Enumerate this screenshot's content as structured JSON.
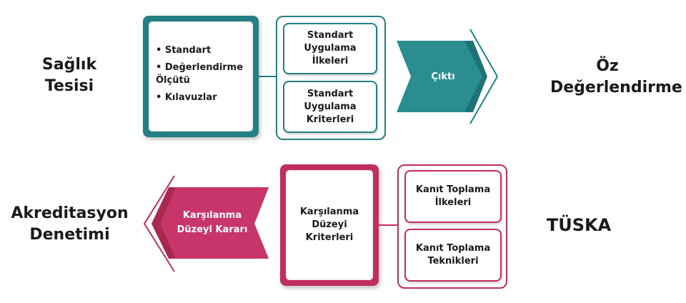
{
  "colors": {
    "teal": "#237f83",
    "pink": "#bf2f5e"
  },
  "top": {
    "left_label": "Sağlık Tesisi",
    "bullets": [
      "Standart",
      "Değerlendirme Ölçütü",
      "Kılavuzlar"
    ],
    "boxes": [
      "Standart Uygulama İlkeleri",
      "Standart Uygulama Kriterleri"
    ],
    "arrow": "Çıktı",
    "right_label": "Öz Değerlendirme"
  },
  "bottom": {
    "left_label": "Akreditasyon Denetimi",
    "arrow": "Karşılanma Düzeyi Kararı",
    "main_box": "Karşılanma Düzeyi Kriterleri",
    "boxes": [
      "Kanıt Toplama İlkeleri",
      "Kanıt Toplama Teknikleri"
    ],
    "right_label": "TÜSKA"
  }
}
